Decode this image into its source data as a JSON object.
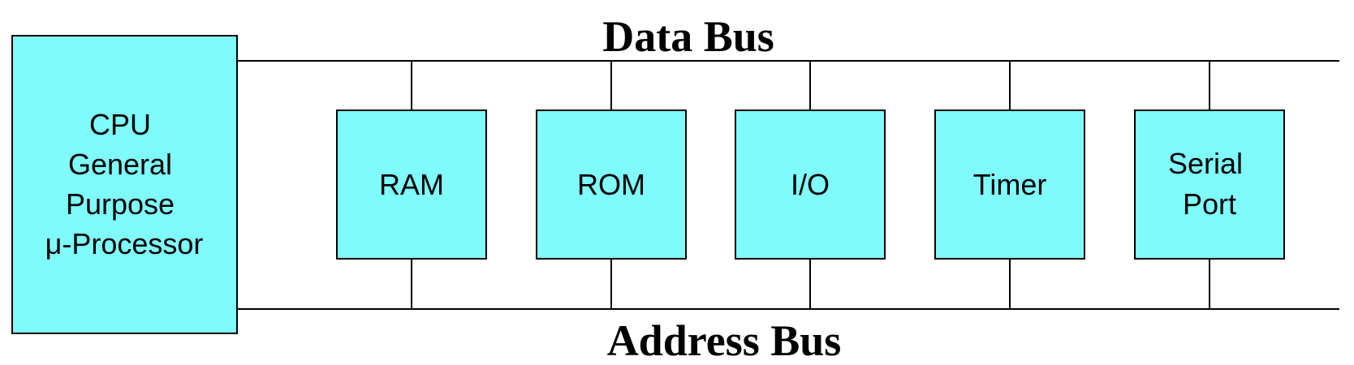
{
  "colors": {
    "block_fill": "#7ffbfc",
    "block_stroke": "#000000",
    "line": "#000000",
    "background": "#ffffff"
  },
  "buses": {
    "data": "Data Bus",
    "address": "Address Bus"
  },
  "cpu": {
    "lines": [
      "CPU",
      "General",
      "Purpose",
      "μ-Processor"
    ]
  },
  "peripherals": [
    {
      "id": "ram",
      "lines": [
        "RAM"
      ]
    },
    {
      "id": "rom",
      "lines": [
        "ROM"
      ]
    },
    {
      "id": "io",
      "lines": [
        "I/O"
      ]
    },
    {
      "id": "timer",
      "lines": [
        "Timer"
      ]
    },
    {
      "id": "serial-port",
      "lines": [
        "Serial",
        "Port"
      ]
    }
  ]
}
